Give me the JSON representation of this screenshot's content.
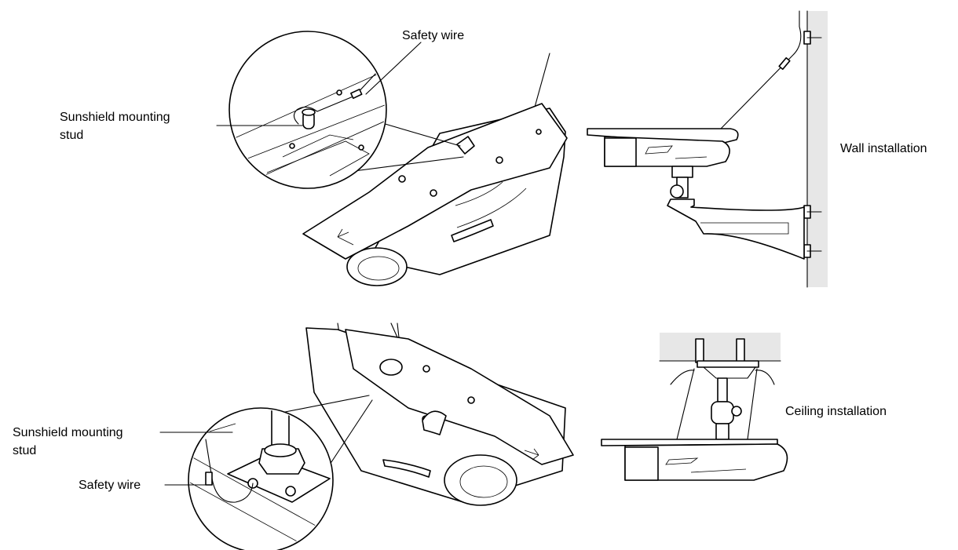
{
  "labels": {
    "top_safety_wire": "Safety wire",
    "top_stud_line1": "Sunshield mounting",
    "top_stud_line2": "stud",
    "wall_installation": "Wall installation",
    "bottom_stud_line1": "Sunshield mounting",
    "bottom_stud_line2": "stud",
    "bottom_safety_wire": "Safety wire",
    "ceiling_installation": "Ceiling installation"
  },
  "colors": {
    "line": "#000000",
    "surface": "#e7e7e7",
    "background": "#ffffff"
  }
}
